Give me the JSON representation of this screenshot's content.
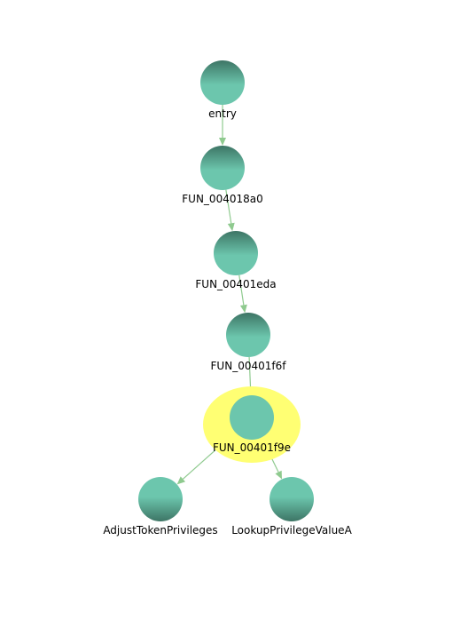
{
  "graph": {
    "nodes": [
      {
        "id": "entry",
        "label": "entry",
        "style": "gradient-top-dark",
        "highlighted": false
      },
      {
        "id": "fun_004018a0",
        "label": "FUN_004018a0",
        "style": "gradient-top-dark",
        "highlighted": false
      },
      {
        "id": "fun_00401eda",
        "label": "FUN_00401eda",
        "style": "gradient-top-dark",
        "highlighted": false
      },
      {
        "id": "fun_00401f6f",
        "label": "FUN_00401f6f",
        "style": "gradient-top-dark",
        "highlighted": false
      },
      {
        "id": "fun_00401f9e",
        "label": "FUN_00401f9e",
        "style": "flat",
        "highlighted": true
      },
      {
        "id": "adjust_token_privileges",
        "label": "AdjustTokenPrivileges",
        "style": "gradient-bottom-dark",
        "highlighted": false
      },
      {
        "id": "lookup_privilege_value_a",
        "label": "LookupPrivilegeValueA",
        "style": "gradient-bottom-dark",
        "highlighted": false
      }
    ],
    "edges": [
      {
        "from": "entry",
        "to": "fun_004018a0"
      },
      {
        "from": "fun_004018a0",
        "to": "fun_00401eda"
      },
      {
        "from": "fun_00401eda",
        "to": "fun_00401f6f"
      },
      {
        "from": "fun_00401f6f",
        "to": "fun_00401f9e"
      },
      {
        "from": "fun_00401f9e",
        "to": "adjust_token_privileges"
      },
      {
        "from": "fun_00401f9e",
        "to": "lookup_privilege_value_a"
      }
    ],
    "colors": {
      "node_light": "#6cc6ad",
      "node_dark": "#3d7565",
      "edge": "#8fca8f",
      "highlight": "#ffff73",
      "label": "#000000"
    }
  }
}
